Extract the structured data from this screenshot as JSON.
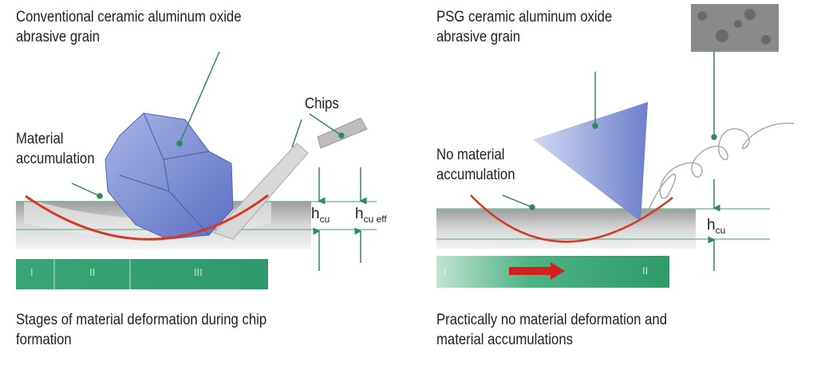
{
  "left_panel": {
    "grain_label": "Conventional ceramic aluminum oxide\nabrasive grain",
    "chips_label": "Chips",
    "accumulation_label": "Material\naccumulation",
    "hcu_label": "h",
    "hcu_sub": "cu",
    "hcueff_label": "h",
    "hcueff_sub": "cu eff",
    "stages": [
      "I",
      "II",
      "III"
    ],
    "caption": "Stages of material deformation during chip\nformation"
  },
  "right_panel": {
    "grain_label": "PSG ceramic aluminum oxide\nabrasive grain",
    "accumulation_label": "No material\naccumulation",
    "hcu_label": "h",
    "hcu_sub": "cu",
    "stages": [
      "I",
      "II"
    ],
    "caption": "Practically no material deformation and\nmaterial accumulations"
  },
  "colors": {
    "grain": "#6f82cc",
    "stage_bar": "#3aa578",
    "arc": "#d23a25",
    "leader": "#2f8a5a"
  }
}
